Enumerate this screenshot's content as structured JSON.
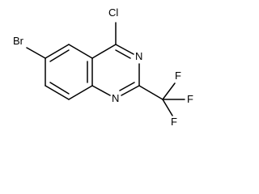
{
  "molecule": {
    "atoms": {
      "bromine": "Br",
      "chlorine": "Cl",
      "nitrogen_top": "N",
      "nitrogen_bottom": "N",
      "fluorine_top": "F",
      "fluorine_right": "F",
      "fluorine_bottom": "F"
    }
  },
  "colors": {
    "bond": "#000000",
    "background": "#ffffff",
    "text": "#000000"
  }
}
